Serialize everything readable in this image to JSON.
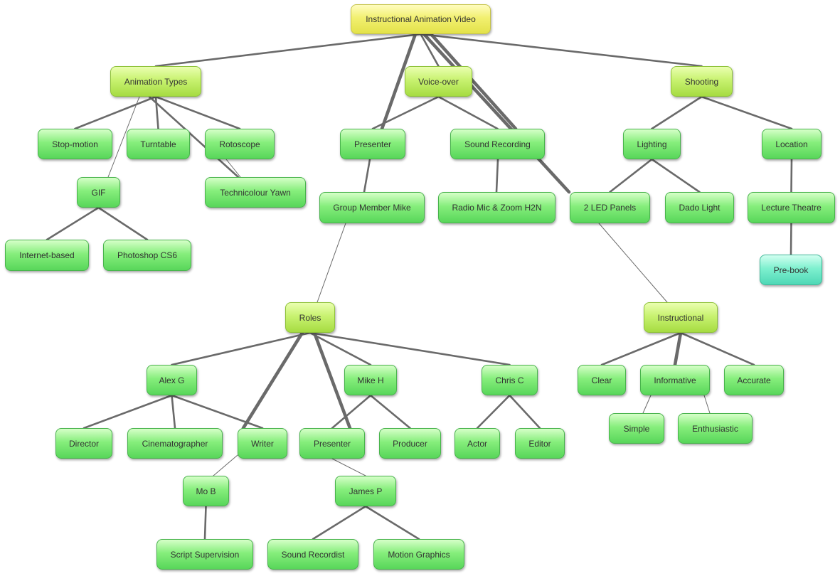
{
  "diagram": {
    "nodes": [
      {
        "id": "root",
        "label": "Instructional Animation Video",
        "level": "root"
      },
      {
        "id": "animation-types",
        "label": "Animation Types",
        "level": "cat"
      },
      {
        "id": "voice-over",
        "label": "Voice-over",
        "level": "cat"
      },
      {
        "id": "shooting",
        "label": "Shooting",
        "level": "cat"
      },
      {
        "id": "stop-motion",
        "label": "Stop-motion",
        "level": "leaf"
      },
      {
        "id": "turntable",
        "label": "Turntable",
        "level": "leaf"
      },
      {
        "id": "rotoscope",
        "label": "Rotoscope",
        "level": "leaf"
      },
      {
        "id": "technicolour-yawn",
        "label": "Technicolour Yawn",
        "level": "leaf"
      },
      {
        "id": "gif",
        "label": "GIF",
        "level": "leaf"
      },
      {
        "id": "internet-based",
        "label": "Internet-based",
        "level": "leaf"
      },
      {
        "id": "photoshop-cs6",
        "label": "Photoshop CS6",
        "level": "leaf"
      },
      {
        "id": "presenter-top",
        "label": "Presenter",
        "level": "leaf"
      },
      {
        "id": "sound-recording",
        "label": "Sound Recording",
        "level": "leaf"
      },
      {
        "id": "group-member-mike",
        "label": "Group Member Mike",
        "level": "leaf"
      },
      {
        "id": "radio-mic",
        "label": "Radio Mic & Zoom H2N",
        "level": "leaf"
      },
      {
        "id": "lighting",
        "label": "Lighting",
        "level": "leaf"
      },
      {
        "id": "location",
        "label": "Location",
        "level": "leaf"
      },
      {
        "id": "led-panels",
        "label": "2 LED Panels",
        "level": "leaf"
      },
      {
        "id": "dado-light",
        "label": "Dado Light",
        "level": "leaf"
      },
      {
        "id": "lecture-theatre",
        "label": "Lecture Theatre",
        "level": "leaf"
      },
      {
        "id": "pre-book",
        "label": "Pre-book",
        "level": "teal"
      },
      {
        "id": "roles",
        "label": "Roles",
        "level": "cat"
      },
      {
        "id": "instructional",
        "label": "Instructional",
        "level": "cat"
      },
      {
        "id": "alex-g",
        "label": "Alex G",
        "level": "leaf"
      },
      {
        "id": "mike-h",
        "label": "Mike H",
        "level": "leaf"
      },
      {
        "id": "chris-c",
        "label": "Chris C",
        "level": "leaf"
      },
      {
        "id": "director",
        "label": "Director",
        "level": "leaf"
      },
      {
        "id": "cinematographer",
        "label": "Cinematographer",
        "level": "leaf"
      },
      {
        "id": "writer",
        "label": "Writer",
        "level": "leaf"
      },
      {
        "id": "presenter-role",
        "label": "Presenter",
        "level": "leaf"
      },
      {
        "id": "producer",
        "label": "Producer",
        "level": "leaf"
      },
      {
        "id": "actor",
        "label": "Actor",
        "level": "leaf"
      },
      {
        "id": "editor",
        "label": "Editor",
        "level": "leaf"
      },
      {
        "id": "mo-b",
        "label": "Mo B",
        "level": "leaf"
      },
      {
        "id": "james-p",
        "label": "James P",
        "level": "leaf"
      },
      {
        "id": "script-supervision",
        "label": "Script Supervision",
        "level": "leaf"
      },
      {
        "id": "sound-recordist",
        "label": "Sound Recordist",
        "level": "leaf"
      },
      {
        "id": "motion-graphics",
        "label": "Motion Graphics",
        "level": "leaf"
      },
      {
        "id": "clear",
        "label": "Clear",
        "level": "leaf"
      },
      {
        "id": "informative",
        "label": "Informative",
        "level": "leaf"
      },
      {
        "id": "accurate",
        "label": "Accurate",
        "level": "leaf"
      },
      {
        "id": "simple",
        "label": "Simple",
        "level": "leaf"
      },
      {
        "id": "enthusiastic",
        "label": "Enthusiastic",
        "level": "leaf"
      }
    ],
    "edges": [
      {
        "from": "root",
        "to": "animation-types",
        "weight": "medium"
      },
      {
        "from": "root",
        "to": "voice-over",
        "weight": "medium"
      },
      {
        "from": "root",
        "to": "shooting",
        "weight": "medium"
      },
      {
        "from": "root",
        "to": "presenter-top",
        "weight": "thick"
      },
      {
        "from": "root",
        "to": "sound-recording",
        "weight": "thick"
      },
      {
        "from": "root",
        "to": "led-panels",
        "weight": "thick"
      },
      {
        "from": "animation-types",
        "to": "stop-motion",
        "weight": "medium"
      },
      {
        "from": "animation-types",
        "to": "turntable",
        "weight": "medium"
      },
      {
        "from": "animation-types",
        "to": "rotoscope",
        "weight": "medium"
      },
      {
        "from": "animation-types",
        "to": "gif",
        "weight": "thin"
      },
      {
        "from": "animation-types",
        "to": "technicolour-yawn",
        "weight": "medium"
      },
      {
        "from": "rotoscope",
        "to": "technicolour-yawn",
        "weight": "thin"
      },
      {
        "from": "gif",
        "to": "internet-based",
        "weight": "medium"
      },
      {
        "from": "gif",
        "to": "photoshop-cs6",
        "weight": "medium"
      },
      {
        "from": "voice-over",
        "to": "presenter-top",
        "weight": "medium"
      },
      {
        "from": "voice-over",
        "to": "sound-recording",
        "weight": "medium"
      },
      {
        "from": "presenter-top",
        "to": "group-member-mike",
        "weight": "medium"
      },
      {
        "from": "sound-recording",
        "to": "radio-mic",
        "weight": "medium"
      },
      {
        "from": "shooting",
        "to": "lighting",
        "weight": "medium"
      },
      {
        "from": "shooting",
        "to": "location",
        "weight": "medium"
      },
      {
        "from": "lighting",
        "to": "led-panels",
        "weight": "medium"
      },
      {
        "from": "lighting",
        "to": "dado-light",
        "weight": "medium"
      },
      {
        "from": "location",
        "to": "lecture-theatre",
        "weight": "medium"
      },
      {
        "from": "lecture-theatre",
        "to": "pre-book",
        "weight": "medium"
      },
      {
        "from": "group-member-mike",
        "to": "roles",
        "weight": "thin"
      },
      {
        "from": "led-panels",
        "to": "instructional",
        "weight": "thin"
      },
      {
        "from": "roles",
        "to": "alex-g",
        "weight": "medium"
      },
      {
        "from": "roles",
        "to": "mike-h",
        "weight": "medium"
      },
      {
        "from": "roles",
        "to": "chris-c",
        "weight": "medium"
      },
      {
        "from": "roles",
        "to": "writer",
        "weight": "thick"
      },
      {
        "from": "roles",
        "to": "presenter-role",
        "weight": "thick"
      },
      {
        "from": "alex-g",
        "to": "director",
        "weight": "medium"
      },
      {
        "from": "alex-g",
        "to": "cinematographer",
        "weight": "medium"
      },
      {
        "from": "alex-g",
        "to": "writer",
        "weight": "medium"
      },
      {
        "from": "writer",
        "to": "mo-b",
        "weight": "thin"
      },
      {
        "from": "mike-h",
        "to": "presenter-role",
        "weight": "medium"
      },
      {
        "from": "mike-h",
        "to": "producer",
        "weight": "medium"
      },
      {
        "from": "presenter-role",
        "to": "james-p",
        "weight": "thin"
      },
      {
        "from": "chris-c",
        "to": "actor",
        "weight": "medium"
      },
      {
        "from": "chris-c",
        "to": "editor",
        "weight": "medium"
      },
      {
        "from": "mo-b",
        "to": "script-supervision",
        "weight": "medium"
      },
      {
        "from": "james-p",
        "to": "sound-recordist",
        "weight": "medium"
      },
      {
        "from": "james-p",
        "to": "motion-graphics",
        "weight": "medium"
      },
      {
        "from": "instructional",
        "to": "clear",
        "weight": "medium"
      },
      {
        "from": "instructional",
        "to": "informative",
        "weight": "thick"
      },
      {
        "from": "instructional",
        "to": "accurate",
        "weight": "medium"
      },
      {
        "from": "informative",
        "to": "simple",
        "weight": "thin"
      },
      {
        "from": "informative",
        "to": "enthusiastic",
        "weight": "thin"
      }
    ]
  }
}
